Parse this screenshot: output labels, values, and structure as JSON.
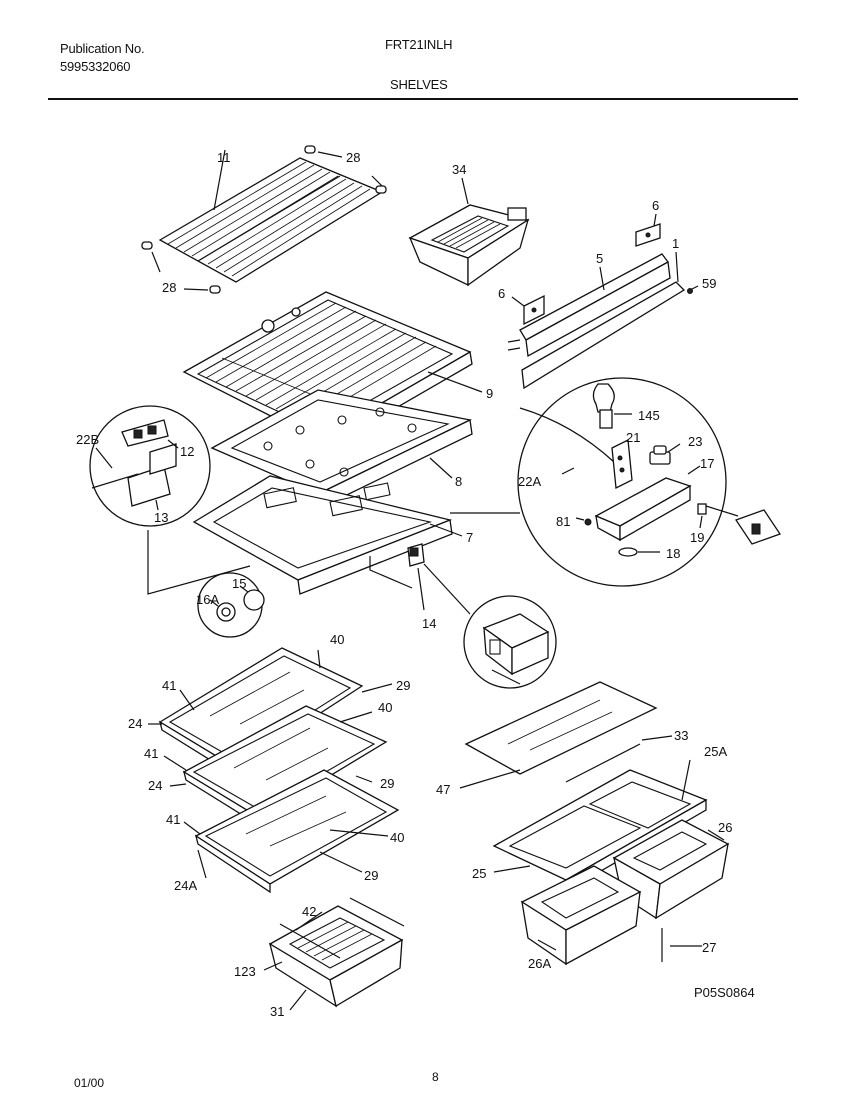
{
  "header": {
    "publication_label": "Publication No.",
    "publication_number": "5995332060",
    "model": "FRT21INLH",
    "section": "SHELVES"
  },
  "footer": {
    "date": "01/00",
    "page": "8",
    "drawing_code": "P05S0864"
  },
  "callouts": {
    "c11": "11",
    "c28a": "28",
    "c28b": "28",
    "c34": "34",
    "c6a": "6",
    "c6b": "6",
    "c5": "5",
    "c1": "1",
    "c59": "59",
    "c9": "9",
    "c22B": "22B",
    "c12": "12",
    "c13": "13",
    "c8": "8",
    "c7": "7",
    "c145": "145",
    "c21": "21",
    "c23": "23",
    "c17": "17",
    "c22A": "22A",
    "c81": "81",
    "c19": "19",
    "c18": "18",
    "c15": "15",
    "c16A": "16A",
    "c14": "14",
    "c40a": "40",
    "c41a": "41",
    "c29a": "29",
    "c24a": "24",
    "c40b": "40",
    "c41b": "41",
    "c29b": "29",
    "c24b": "24",
    "c41c": "41",
    "c40c": "40",
    "c24A": "24A",
    "c29c": "29",
    "c33": "33",
    "c25A": "25A",
    "c47": "47",
    "c26": "26",
    "c25": "25",
    "c42": "42",
    "c123": "123",
    "c31": "31",
    "c27": "27",
    "c26A": "26A"
  }
}
